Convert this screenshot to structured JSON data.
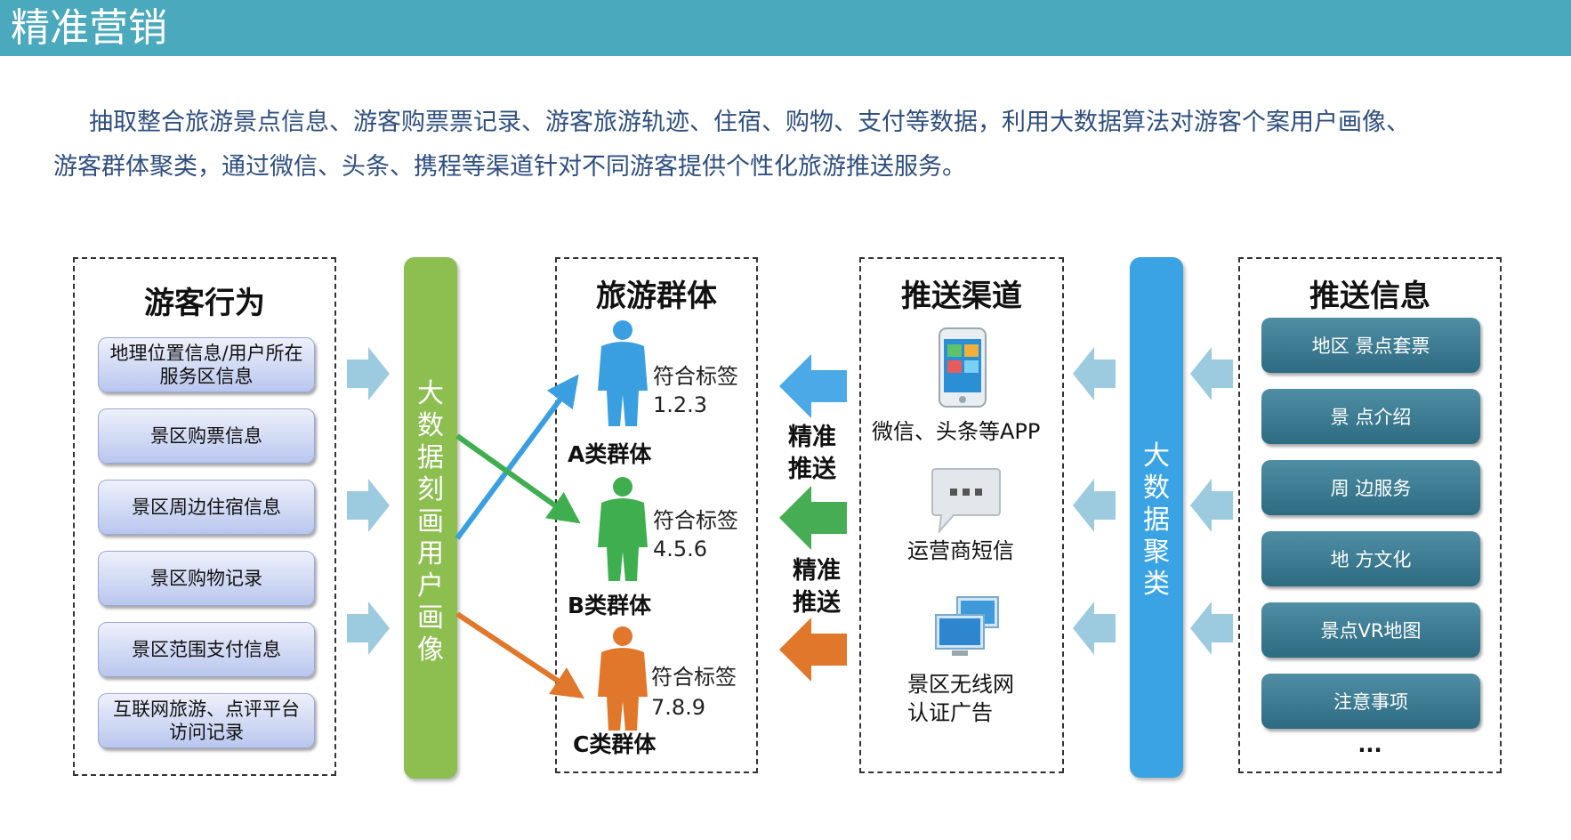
{
  "header": {
    "title": "精准营销"
  },
  "intro": {
    "line1": "抽取整合旅游景点信息、游客购票票记录、游客旅游轨迹、住宿、购物、支付等数据，利用大数据算法对游客个案用户画像、",
    "line2": "游客群体聚类，通过微信、头条、携程等渠道针对不同游客提供个性化旅游推送服务。"
  },
  "behavior": {
    "title": "游客行为",
    "items": [
      {
        "label": "地理位置信息/用户所在服务区信息"
      },
      {
        "label": "景区购票信息"
      },
      {
        "label": "景区周边住宿信息"
      },
      {
        "label": "景区购物记录"
      },
      {
        "label": "景区范围支付信息"
      },
      {
        "label": "互联网旅游、点评平台访问记录"
      }
    ]
  },
  "profile_bar": {
    "chars": [
      "大",
      "数",
      "据",
      "刻",
      "画",
      "用",
      "户",
      "画",
      "像"
    ],
    "color": "#8cbe50"
  },
  "groups": {
    "title": "旅游群体",
    "items": [
      {
        "tag_label": "符合标签",
        "tag_value": "1.2.3",
        "name": "A类群体",
        "color": "#3a9fe0"
      },
      {
        "tag_label": "符合标签",
        "tag_value": "4.5.6",
        "name": "B类群体",
        "color": "#3fae4f"
      },
      {
        "tag_label": "符合标签",
        "tag_value": "7.8.9",
        "name": "C类群体",
        "color": "#e0772a"
      }
    ]
  },
  "push_words": [
    "精准推送",
    "精准推送"
  ],
  "channels": {
    "title": "推送渠道",
    "items": [
      {
        "label": "微信、头条等APP",
        "icon": "phone-icon"
      },
      {
        "label": "运营商短信",
        "icon": "message-icon"
      },
      {
        "label": "景区无线网认证广告",
        "icon": "computer-icon"
      }
    ]
  },
  "cluster_bar": {
    "chars": [
      "大",
      "数",
      "据",
      "聚",
      "类"
    ],
    "color": "#3aa3e3"
  },
  "push_info": {
    "title": "推送信息",
    "items": [
      "地区 景点套票",
      "景 点介绍",
      "周 边服务",
      "地 方文化",
      "景点VR地图",
      "注意事项"
    ],
    "more": "..."
  },
  "colors": {
    "header": "#4aa9bd",
    "arrow_light": "#9ccbe0",
    "arrow_blue": "#4aa9e6",
    "arrow_green": "#46ad55",
    "arrow_orange": "#e0772a"
  }
}
